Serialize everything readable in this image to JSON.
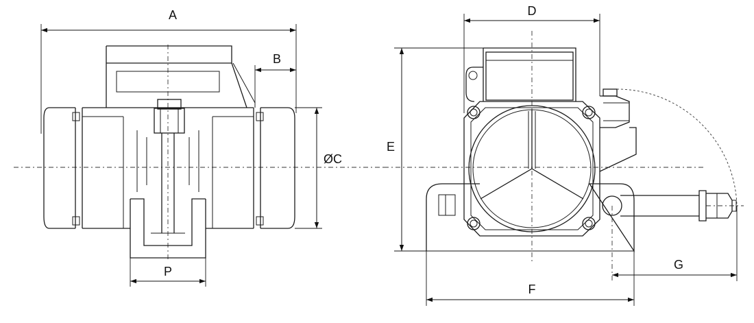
{
  "labels": {
    "A": "A",
    "B": "B",
    "C": "ØC",
    "P": "P",
    "D": "D",
    "E": "E",
    "F": "F",
    "G": "G"
  }
}
